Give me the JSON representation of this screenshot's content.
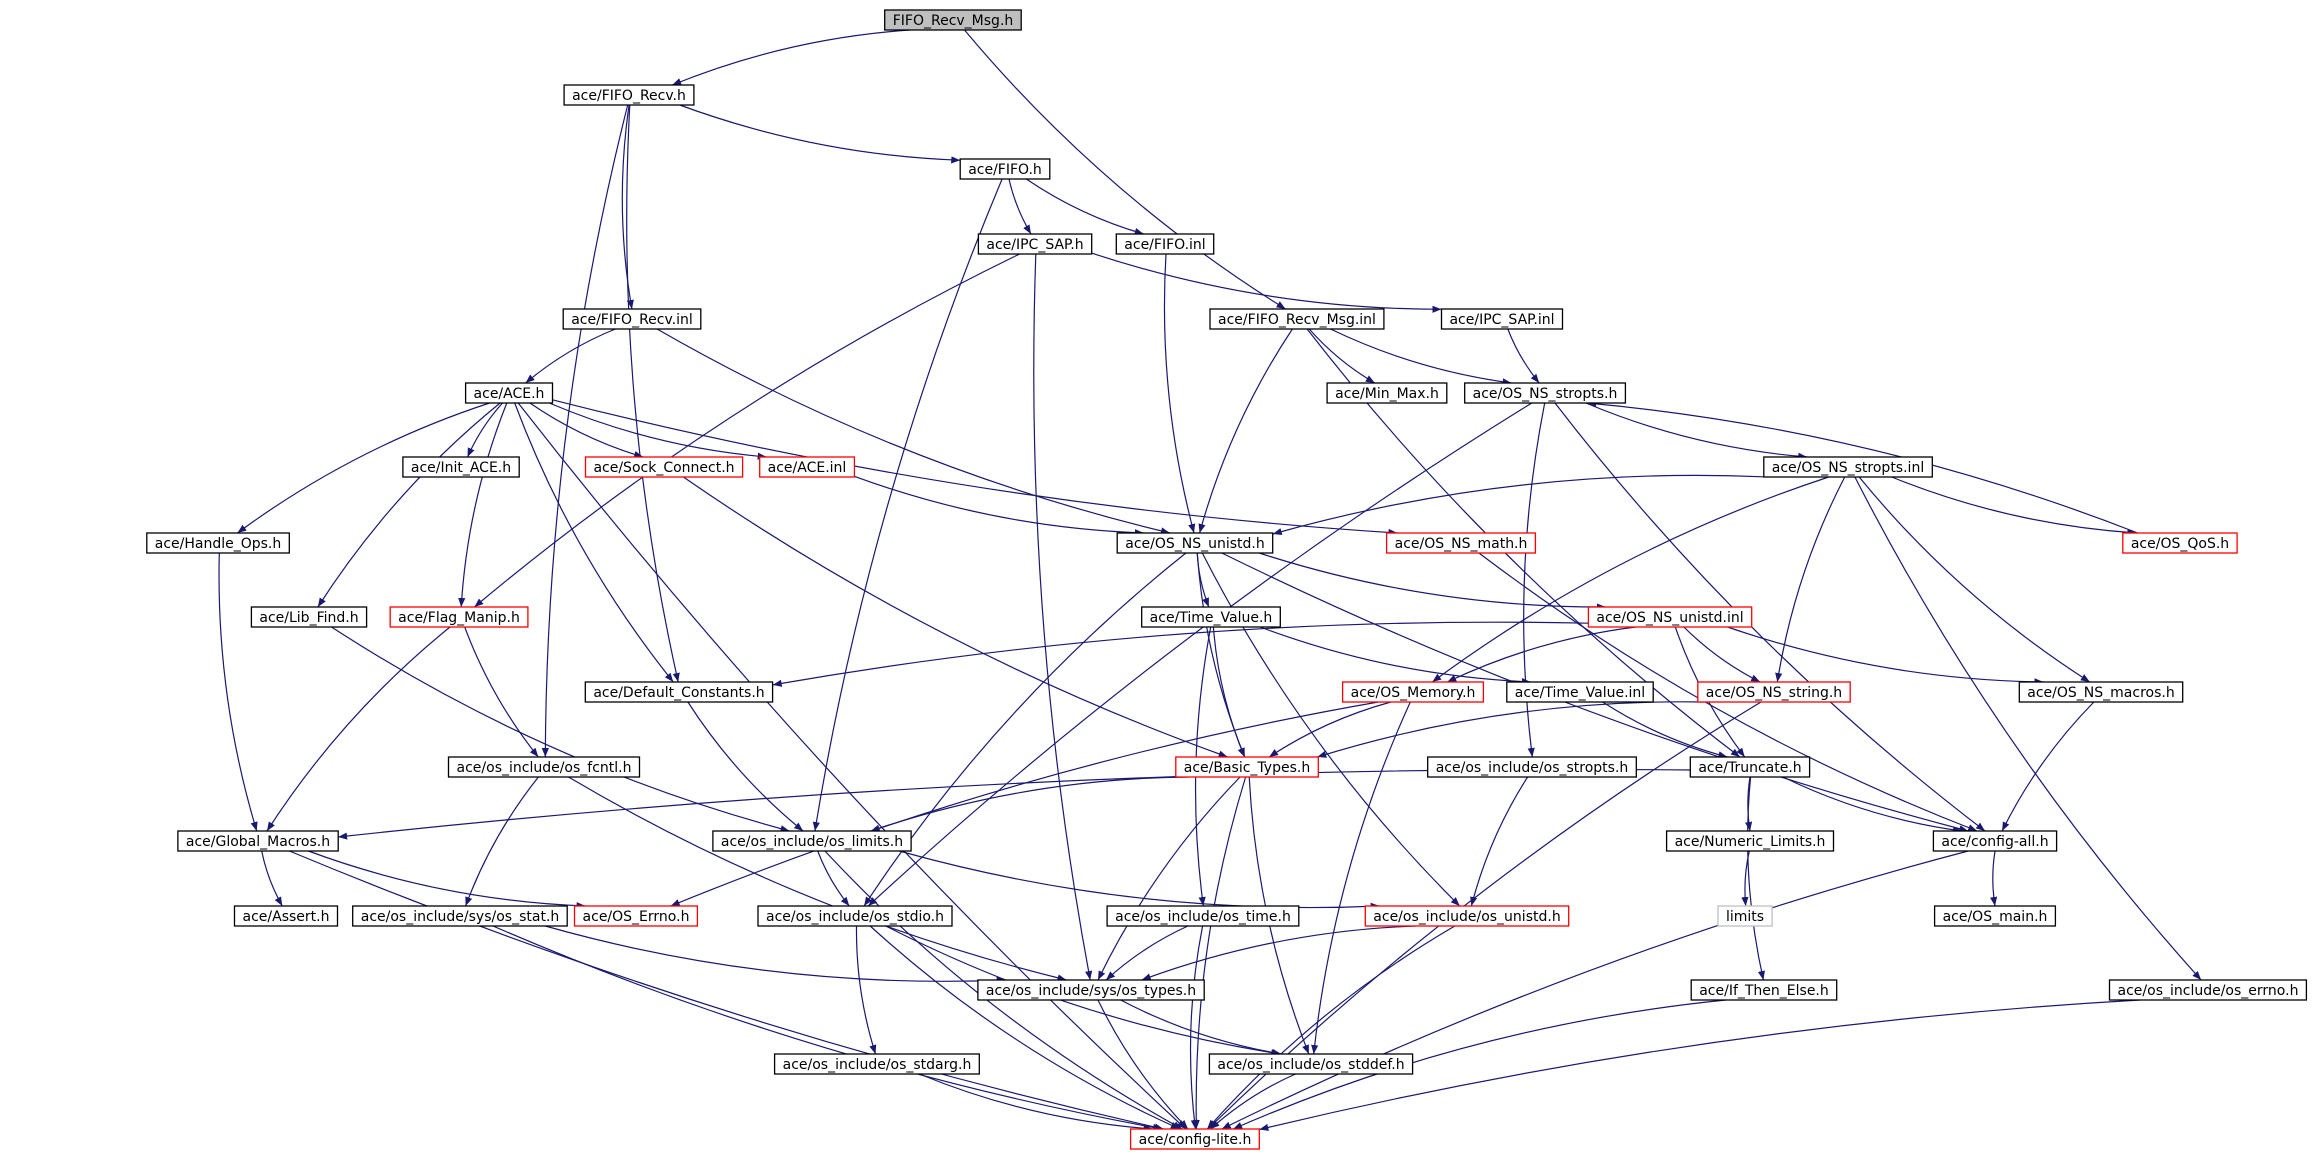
{
  "colors": {
    "edge": "#191970",
    "node_border": "#000000",
    "node_incomplete_border": "#ff0000",
    "node_root_fill": "#bfbfbf",
    "node_external_border": "#bfbfbf",
    "background": "#ffffff"
  },
  "nodes": [
    {
      "id": "root",
      "label": "FIFO_Recv_Msg.h",
      "style": "root"
    },
    {
      "id": "fifo_recv_h",
      "label": "ace/FIFO_Recv.h",
      "style": "normal"
    },
    {
      "id": "fifo_h",
      "label": "ace/FIFO.h",
      "style": "normal"
    },
    {
      "id": "ipc_sap_h",
      "label": "ace/IPC_SAP.h",
      "style": "normal"
    },
    {
      "id": "fifo_inl",
      "label": "ace/FIFO.inl",
      "style": "normal"
    },
    {
      "id": "fifo_recv_inl",
      "label": "ace/FIFO_Recv.inl",
      "style": "normal"
    },
    {
      "id": "fifo_recv_msg_inl",
      "label": "ace/FIFO_Recv_Msg.inl",
      "style": "normal"
    },
    {
      "id": "ipc_sap_inl",
      "label": "ace/IPC_SAP.inl",
      "style": "normal"
    },
    {
      "id": "ace_h",
      "label": "ace/ACE.h",
      "style": "normal"
    },
    {
      "id": "min_max_h",
      "label": "ace/Min_Max.h",
      "style": "normal"
    },
    {
      "id": "os_ns_stropts_h",
      "label": "ace/OS_NS_stropts.h",
      "style": "normal"
    },
    {
      "id": "init_ace_h",
      "label": "ace/Init_ACE.h",
      "style": "normal"
    },
    {
      "id": "sock_connect_h",
      "label": "ace/Sock_Connect.h",
      "style": "red"
    },
    {
      "id": "ace_inl",
      "label": "ace/ACE.inl",
      "style": "red"
    },
    {
      "id": "os_ns_stropts_inl",
      "label": "ace/OS_NS_stropts.inl",
      "style": "normal"
    },
    {
      "id": "handle_ops_h",
      "label": "ace/Handle_Ops.h",
      "style": "normal"
    },
    {
      "id": "os_ns_unistd_h",
      "label": "ace/OS_NS_unistd.h",
      "style": "normal"
    },
    {
      "id": "os_ns_math_h",
      "label": "ace/OS_NS_math.h",
      "style": "red"
    },
    {
      "id": "os_qos_h",
      "label": "ace/OS_QoS.h",
      "style": "red"
    },
    {
      "id": "lib_find_h",
      "label": "ace/Lib_Find.h",
      "style": "normal"
    },
    {
      "id": "flag_manip_h",
      "label": "ace/Flag_Manip.h",
      "style": "red"
    },
    {
      "id": "time_value_h",
      "label": "ace/Time_Value.h",
      "style": "normal"
    },
    {
      "id": "os_ns_unistd_inl",
      "label": "ace/OS_NS_unistd.inl",
      "style": "red"
    },
    {
      "id": "default_constants_h",
      "label": "ace/Default_Constants.h",
      "style": "normal"
    },
    {
      "id": "os_memory_h",
      "label": "ace/OS_Memory.h",
      "style": "red"
    },
    {
      "id": "time_value_inl",
      "label": "ace/Time_Value.inl",
      "style": "normal"
    },
    {
      "id": "os_ns_string_h",
      "label": "ace/OS_NS_string.h",
      "style": "red"
    },
    {
      "id": "os_ns_macros_h",
      "label": "ace/OS_NS_macros.h",
      "style": "normal"
    },
    {
      "id": "os_fcntl_h",
      "label": "ace/os_include/os_fcntl.h",
      "style": "normal"
    },
    {
      "id": "basic_types_h",
      "label": "ace/Basic_Types.h",
      "style": "red"
    },
    {
      "id": "os_stropts_h",
      "label": "ace/os_include/os_stropts.h",
      "style": "normal"
    },
    {
      "id": "truncate_h",
      "label": "ace/Truncate.h",
      "style": "normal"
    },
    {
      "id": "global_macros_h",
      "label": "ace/Global_Macros.h",
      "style": "normal"
    },
    {
      "id": "os_limits_h",
      "label": "ace/os_include/os_limits.h",
      "style": "normal"
    },
    {
      "id": "numeric_limits_h",
      "label": "ace/Numeric_Limits.h",
      "style": "normal"
    },
    {
      "id": "config_all_h",
      "label": "ace/config-all.h",
      "style": "normal"
    },
    {
      "id": "limits",
      "label": "limits",
      "style": "external"
    },
    {
      "id": "assert_h",
      "label": "ace/Assert.h",
      "style": "normal"
    },
    {
      "id": "sys_os_stat_h",
      "label": "ace/os_include/sys/os_stat.h",
      "style": "normal"
    },
    {
      "id": "os_errno_h_ace",
      "label": "ace/OS_Errno.h",
      "style": "red"
    },
    {
      "id": "os_stdio_h",
      "label": "ace/os_include/os_stdio.h",
      "style": "normal"
    },
    {
      "id": "os_time_h",
      "label": "ace/os_include/os_time.h",
      "style": "normal"
    },
    {
      "id": "os_unistd_h",
      "label": "ace/os_include/os_unistd.h",
      "style": "red"
    },
    {
      "id": "os_main_h",
      "label": "ace/OS_main.h",
      "style": "normal"
    },
    {
      "id": "sys_os_types_h",
      "label": "ace/os_include/sys/os_types.h",
      "style": "normal"
    },
    {
      "id": "if_then_else_h",
      "label": "ace/If_Then_Else.h",
      "style": "normal"
    },
    {
      "id": "os_include_errno_h",
      "label": "ace/os_include/os_errno.h",
      "style": "normal"
    },
    {
      "id": "os_stdarg_h",
      "label": "ace/os_include/os_stdarg.h",
      "style": "normal"
    },
    {
      "id": "os_stddef_h",
      "label": "ace/os_include/os_stddef.h",
      "style": "normal"
    },
    {
      "id": "config_lite_h",
      "label": "ace/config-lite.h",
      "style": "red"
    }
  ],
  "edges": [
    [
      "root",
      "fifo_recv_h"
    ],
    [
      "root",
      "fifo_recv_msg_inl"
    ],
    [
      "fifo_recv_h",
      "fifo_h"
    ],
    [
      "fifo_recv_h",
      "fifo_recv_inl"
    ],
    [
      "fifo_recv_h",
      "os_fcntl_h"
    ],
    [
      "fifo_recv_h",
      "default_constants_h"
    ],
    [
      "fifo_h",
      "ipc_sap_h"
    ],
    [
      "fifo_h",
      "fifo_inl"
    ],
    [
      "fifo_h",
      "os_limits_h"
    ],
    [
      "ipc_sap_h",
      "ipc_sap_inl"
    ],
    [
      "ipc_sap_h",
      "flag_manip_h"
    ],
    [
      "ipc_sap_h",
      "sys_os_types_h"
    ],
    [
      "fifo_inl",
      "os_ns_unistd_h"
    ],
    [
      "fifo_recv_inl",
      "ace_h"
    ],
    [
      "fifo_recv_inl",
      "os_ns_unistd_h"
    ],
    [
      "fifo_recv_msg_inl",
      "min_max_h"
    ],
    [
      "fifo_recv_msg_inl",
      "os_ns_stropts_h"
    ],
    [
      "fifo_recv_msg_inl",
      "os_ns_unistd_h"
    ],
    [
      "fifo_recv_msg_inl",
      "truncate_h"
    ],
    [
      "ipc_sap_inl",
      "os_ns_stropts_h"
    ],
    [
      "ace_h",
      "init_ace_h"
    ],
    [
      "ace_h",
      "sock_connect_h"
    ],
    [
      "ace_h",
      "ace_inl"
    ],
    [
      "ace_h",
      "handle_ops_h"
    ],
    [
      "ace_h",
      "lib_find_h"
    ],
    [
      "ace_h",
      "flag_manip_h"
    ],
    [
      "ace_h",
      "default_constants_h"
    ],
    [
      "ace_h",
      "os_ns_math_h"
    ],
    [
      "ace_h",
      "config_lite_h"
    ],
    [
      "os_ns_stropts_h",
      "os_ns_stropts_inl"
    ],
    [
      "os_ns_stropts_h",
      "os_stropts_h"
    ],
    [
      "os_ns_stropts_h",
      "os_stdio_h"
    ],
    [
      "os_ns_stropts_h",
      "config_all_h"
    ],
    [
      "sock_connect_h",
      "basic_types_h"
    ],
    [
      "ace_inl",
      "os_ns_unistd_h"
    ],
    [
      "os_ns_stropts_inl",
      "os_ns_unistd_h"
    ],
    [
      "os_ns_stropts_inl",
      "os_qos_h"
    ],
    [
      "os_ns_stropts_inl",
      "os_memory_h"
    ],
    [
      "os_ns_stropts_inl",
      "os_ns_string_h"
    ],
    [
      "os_ns_stropts_inl",
      "os_ns_macros_h"
    ],
    [
      "os_ns_stropts_inl",
      "os_include_errno_h"
    ],
    [
      "os_qos_h",
      "os_ns_stropts_h"
    ],
    [
      "handle_ops_h",
      "global_macros_h"
    ],
    [
      "os_ns_unistd_h",
      "time_value_h"
    ],
    [
      "os_ns_unistd_h",
      "os_ns_unistd_inl"
    ],
    [
      "os_ns_unistd_h",
      "basic_types_h"
    ],
    [
      "os_ns_unistd_h",
      "os_stdio_h"
    ],
    [
      "os_ns_unistd_h",
      "os_unistd_h"
    ],
    [
      "os_ns_unistd_h",
      "config_all_h"
    ],
    [
      "os_ns_math_h",
      "config_all_h"
    ],
    [
      "lib_find_h",
      "os_limits_h"
    ],
    [
      "flag_manip_h",
      "os_fcntl_h"
    ],
    [
      "flag_manip_h",
      "global_macros_h"
    ],
    [
      "time_value_h",
      "basic_types_h"
    ],
    [
      "time_value_h",
      "time_value_inl"
    ],
    [
      "time_value_h",
      "os_time_h"
    ],
    [
      "os_ns_unistd_inl",
      "os_memory_h"
    ],
    [
      "os_ns_unistd_inl",
      "os_ns_string_h"
    ],
    [
      "os_ns_unistd_inl",
      "os_ns_macros_h"
    ],
    [
      "os_ns_unistd_inl",
      "truncate_h"
    ],
    [
      "os_ns_unistd_inl",
      "default_constants_h"
    ],
    [
      "default_constants_h",
      "os_limits_h"
    ],
    [
      "os_memory_h",
      "basic_types_h"
    ],
    [
      "os_memory_h",
      "os_errno_h_ace"
    ],
    [
      "os_memory_h",
      "os_stddef_h"
    ],
    [
      "time_value_inl",
      "truncate_h"
    ],
    [
      "os_ns_string_h",
      "basic_types_h"
    ],
    [
      "os_ns_string_h",
      "config_lite_h"
    ],
    [
      "os_ns_macros_h",
      "config_all_h"
    ],
    [
      "os_fcntl_h",
      "sys_os_stat_h"
    ],
    [
      "os_fcntl_h",
      "sys_os_types_h"
    ],
    [
      "basic_types_h",
      "os_limits_h"
    ],
    [
      "basic_types_h",
      "sys_os_types_h"
    ],
    [
      "basic_types_h",
      "os_stddef_h"
    ],
    [
      "basic_types_h",
      "config_lite_h"
    ],
    [
      "os_stropts_h",
      "os_unistd_h"
    ],
    [
      "truncate_h",
      "global_macros_h"
    ],
    [
      "truncate_h",
      "numeric_limits_h"
    ],
    [
      "truncate_h",
      "config_all_h"
    ],
    [
      "truncate_h",
      "if_then_else_h"
    ],
    [
      "global_macros_h",
      "assert_h"
    ],
    [
      "global_macros_h",
      "os_errno_h_ace"
    ],
    [
      "global_macros_h",
      "config_lite_h"
    ],
    [
      "os_limits_h",
      "os_stdio_h"
    ],
    [
      "os_limits_h",
      "os_unistd_h"
    ],
    [
      "os_limits_h",
      "config_lite_h"
    ],
    [
      "numeric_limits_h",
      "limits"
    ],
    [
      "config_all_h",
      "os_main_h"
    ],
    [
      "config_all_h",
      "config_lite_h"
    ],
    [
      "sys_os_stat_h",
      "sys_os_types_h"
    ],
    [
      "sys_os_stat_h",
      "config_lite_h"
    ],
    [
      "os_stdio_h",
      "os_stdarg_h"
    ],
    [
      "os_stdio_h",
      "os_stddef_h"
    ],
    [
      "os_stdio_h",
      "config_lite_h"
    ],
    [
      "os_time_h",
      "sys_os_types_h"
    ],
    [
      "os_time_h",
      "config_lite_h"
    ],
    [
      "os_unistd_h",
      "sys_os_types_h"
    ],
    [
      "os_unistd_h",
      "config_lite_h"
    ],
    [
      "sys_os_types_h",
      "os_stddef_h"
    ],
    [
      "sys_os_types_h",
      "config_lite_h"
    ],
    [
      "if_then_else_h",
      "config_lite_h"
    ],
    [
      "os_include_errno_h",
      "config_lite_h"
    ],
    [
      "os_stdarg_h",
      "config_lite_h"
    ],
    [
      "os_stddef_h",
      "config_lite_h"
    ]
  ]
}
